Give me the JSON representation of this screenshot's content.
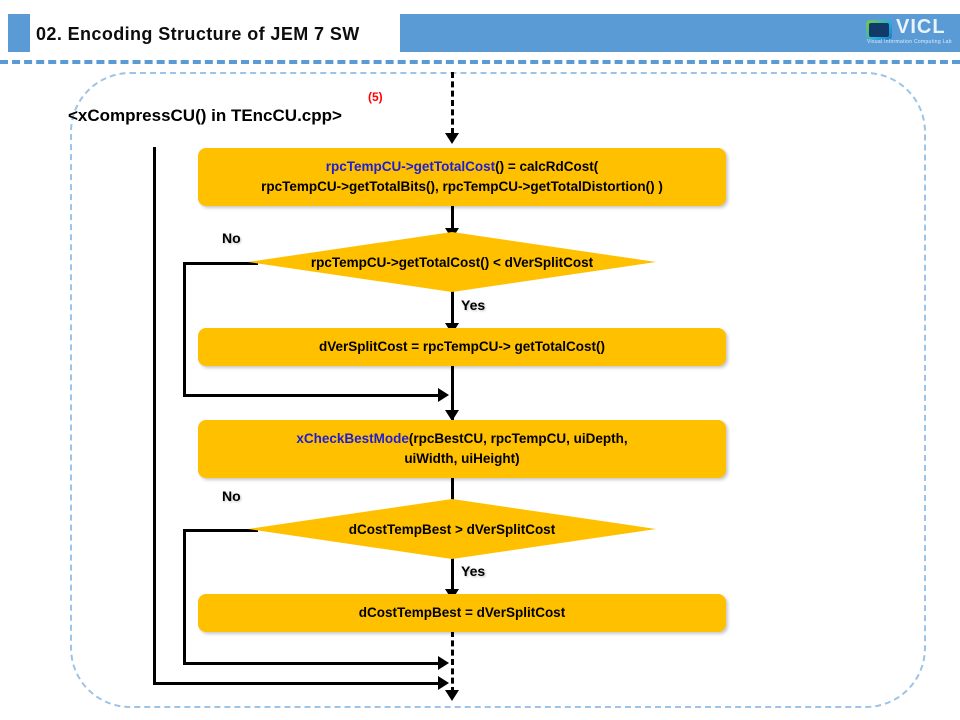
{
  "header": {
    "title": "02. Encoding Structure of JEM 7 SW",
    "accent_color": "#5b9bd5",
    "logo": {
      "name": "VICL",
      "subtitle": "Visual Information Computing Lab"
    }
  },
  "section": {
    "caption": "<xCompressCU() in TEncCU.cpp>",
    "step_number": "(5)",
    "step_color": "#ff0000"
  },
  "flow": {
    "node_color": "#ffc000",
    "nodes": [
      {
        "id": "calc-rdcost",
        "type": "process",
        "line1_blue": "rpcTempCU->getTotalCost",
        "line1_rest": "() = calcRdCost(",
        "line2": "rpcTempCU->getTotalBits(), rpcTempCU->getTotalDistortion() )"
      },
      {
        "id": "cmp-vertsplit",
        "type": "decision",
        "text": "rpcTempCU->getTotalCost() < dVerSplitCost"
      },
      {
        "id": "assign-vertsplit",
        "type": "process",
        "text": "dVerSplitCost = rpcTempCU-> getTotalCost()"
      },
      {
        "id": "check-best-mode",
        "type": "process",
        "line1_blue": "xCheckBestMode",
        "line1_rest": "(rpcBestCU, rpcTempCU, uiDepth,",
        "line2": "uiWidth, uiHeight)"
      },
      {
        "id": "cmp-tempbest",
        "type": "decision",
        "text": "dCostTempBest > dVerSplitCost"
      },
      {
        "id": "assign-tempbest",
        "type": "process",
        "text": "dCostTempBest = dVerSplitCost"
      }
    ],
    "edge_labels": {
      "no_1": "No",
      "yes_1": "Yes",
      "no_2": "No",
      "yes_2": "Yes"
    }
  }
}
